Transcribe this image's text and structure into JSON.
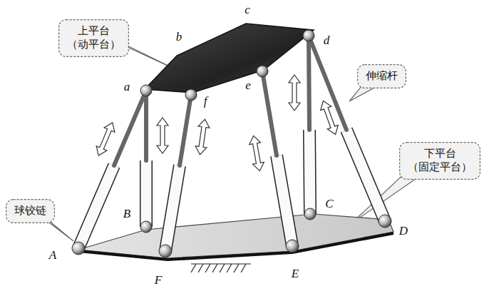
{
  "diagram": {
    "nodes": [
      {
        "text": [
          "上平台 （动平台）"
        ]
      },
      {
        "text": [
          "伸缩杆"
        ]
      },
      {
        "text": [
          "下平台 （固定平台）"
        ]
      },
      {
        "text": [
          "球铰链"
        ]
      }
    ],
    "labels": [
      "c",
      "b",
      "d",
      "a",
      "f",
      "e",
      "B",
      "C",
      "A",
      "D",
      "F",
      "E"
    ]
  }
}
